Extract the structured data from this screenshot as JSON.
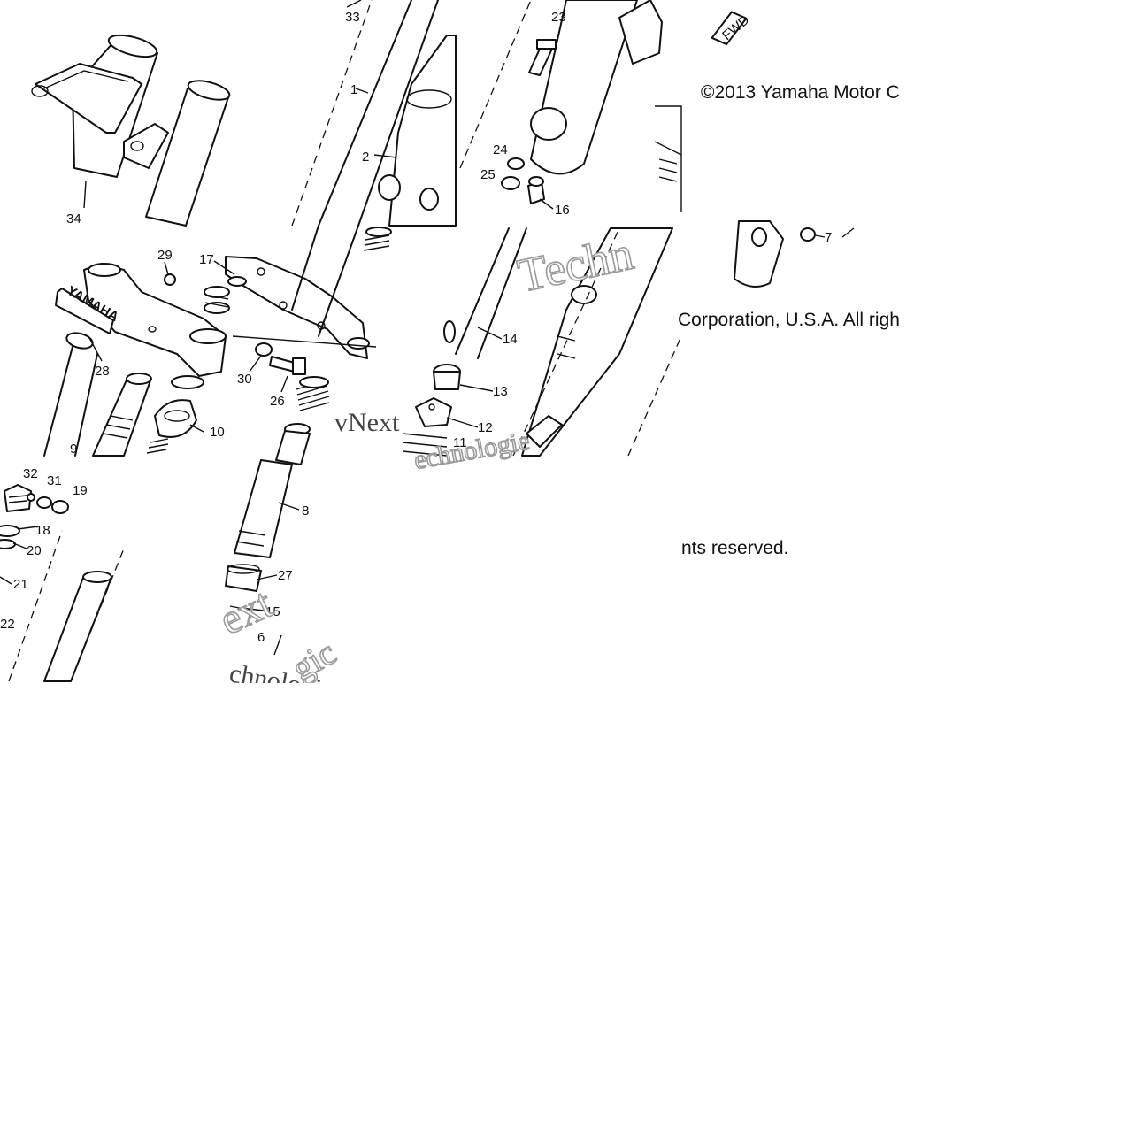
{
  "copyright": {
    "line1": "©2013 Yamaha Motor C",
    "line2": "Corporation, U.S.A. All righ",
    "line3": "nts reserved."
  },
  "watermarks": {
    "tech_top": "Techn",
    "next_mid": "vNext",
    "tech_mid": "echnologie",
    "ext_left": "ext",
    "chno_bottom": "chnologic",
    "gic_bottom": "gic"
  },
  "brand_emblem": "YAMAHA",
  "fwd_mark": "FWD",
  "part_labels": {
    "p1": "1",
    "p2": "2",
    "p6": "6",
    "p7": "7",
    "p8": "8",
    "p9": "9",
    "p10": "10",
    "p11": "11",
    "p12": "12",
    "p13": "13",
    "p14": "14",
    "p15": "15",
    "p16": "16",
    "p17": "17",
    "p18": "18",
    "p19": "19",
    "p20": "20",
    "p21": "21",
    "p22": "22",
    "p23": "23",
    "p24": "24",
    "p25": "25",
    "p26": "26",
    "p27": "27",
    "p28": "28",
    "p29": "29",
    "p30": "30",
    "p31": "31",
    "p32": "32",
    "p33": "33",
    "p34": "34"
  }
}
